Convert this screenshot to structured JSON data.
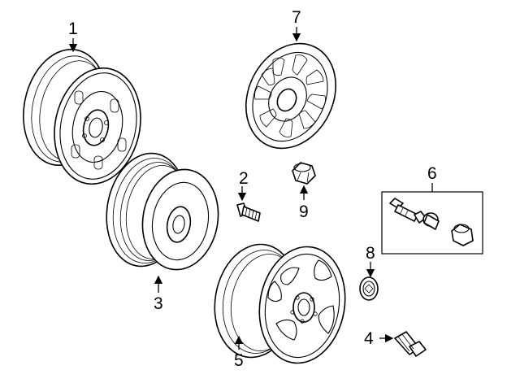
{
  "callouts": [
    {
      "id": "1",
      "text": "1"
    },
    {
      "id": "2",
      "text": "2"
    },
    {
      "id": "3",
      "text": "3"
    },
    {
      "id": "4",
      "text": "4"
    },
    {
      "id": "5",
      "text": "5"
    },
    {
      "id": "6",
      "text": "6"
    },
    {
      "id": "7",
      "text": "7"
    },
    {
      "id": "8",
      "text": "8"
    },
    {
      "id": "9",
      "text": "9"
    }
  ],
  "parts": [
    {
      "callout": "1",
      "kind": "steel-wheel"
    },
    {
      "callout": "2",
      "kind": "wheel-stud"
    },
    {
      "callout": "3",
      "kind": "spare-wheel"
    },
    {
      "callout": "4",
      "kind": "tire-valve"
    },
    {
      "callout": "5",
      "kind": "alloy-wheel"
    },
    {
      "callout": "6",
      "kind": "valve-kit"
    },
    {
      "callout": "7",
      "kind": "wheel-cover"
    },
    {
      "callout": "8",
      "kind": "center-cap"
    },
    {
      "callout": "9",
      "kind": "lug-nut"
    }
  ]
}
